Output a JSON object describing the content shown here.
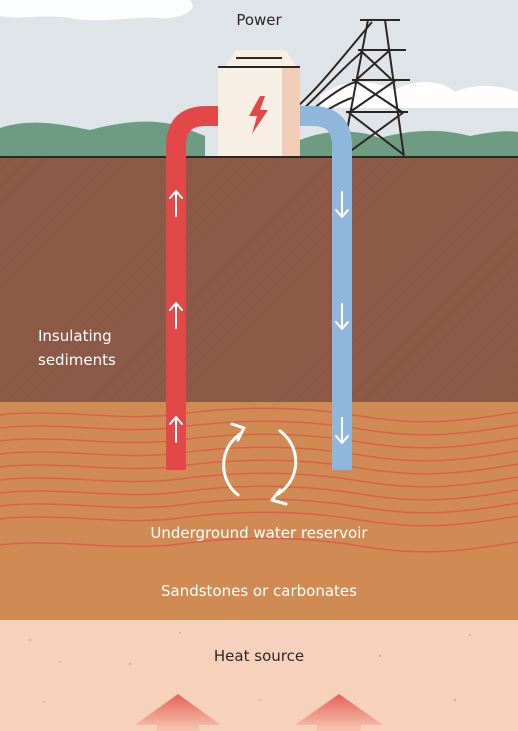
{
  "labels": {
    "power": "Power",
    "sediments_line1": "Insulating",
    "sediments_line2": "sediments",
    "reservoir": "Underground water reservoir",
    "rock": "Sandstones or carbonates",
    "heat": "Heat source"
  },
  "colors": {
    "sky": "#dfe4e8",
    "hills": "#6d9c83",
    "sediment_layer": "#8e5a48",
    "reservoir_layer": "#d08a53",
    "heat_layer": "#f6d2bd",
    "hot_pipe": "#e34848",
    "cold_pipe": "#8fb7db",
    "wave_lines": "#e0584a",
    "heat_arrows": "#e7635d"
  },
  "icons": {
    "plant": "power-plant-icon",
    "bolt": "lightning-bolt-icon",
    "tower": "transmission-tower-icon",
    "cycle": "circulation-cycle-icon",
    "up_arrow": "arrow-up-icon",
    "down_arrow": "arrow-down-icon",
    "heat_arrow": "heat-arrow-icon"
  }
}
